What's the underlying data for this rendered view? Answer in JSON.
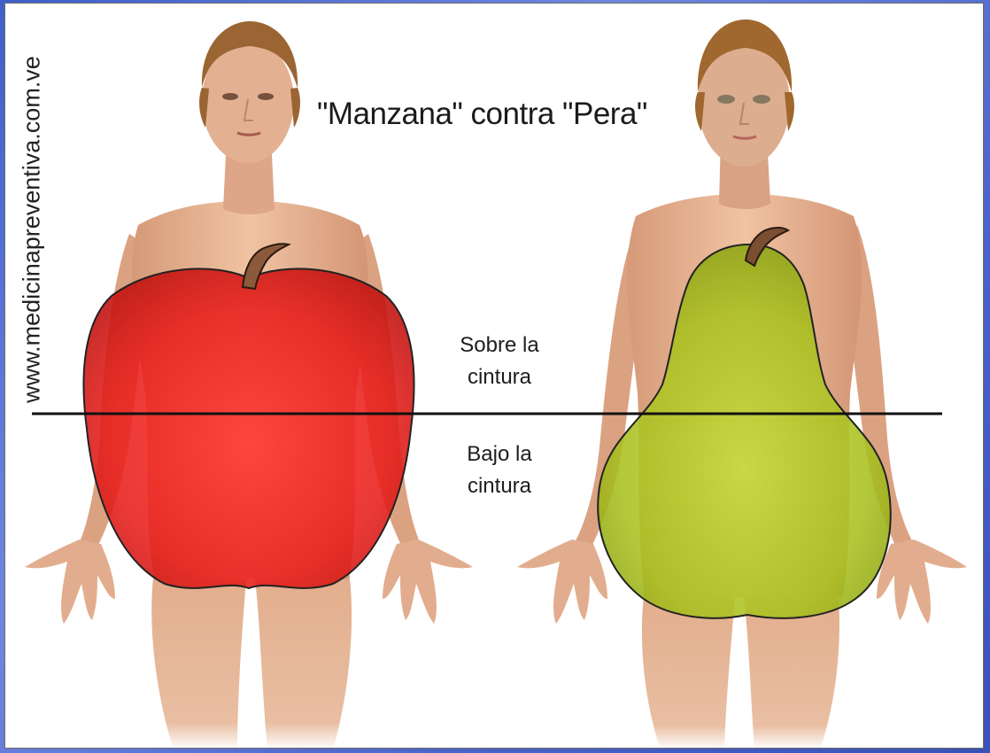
{
  "watermark": "www.medicinapreventiva.com.ve",
  "title": "\"Manzana\" contra \"Pera\"",
  "labels": {
    "above_line1": "Sobre la",
    "above_line2": "cintura",
    "below_line1": "Bajo la",
    "below_line2": "cintura"
  },
  "colors": {
    "background": "#4a63c8",
    "apple": "#e8201c",
    "pear": "#a9c21e",
    "skin": "#e8b796",
    "hair": "#a0672f",
    "line": "#111111"
  }
}
